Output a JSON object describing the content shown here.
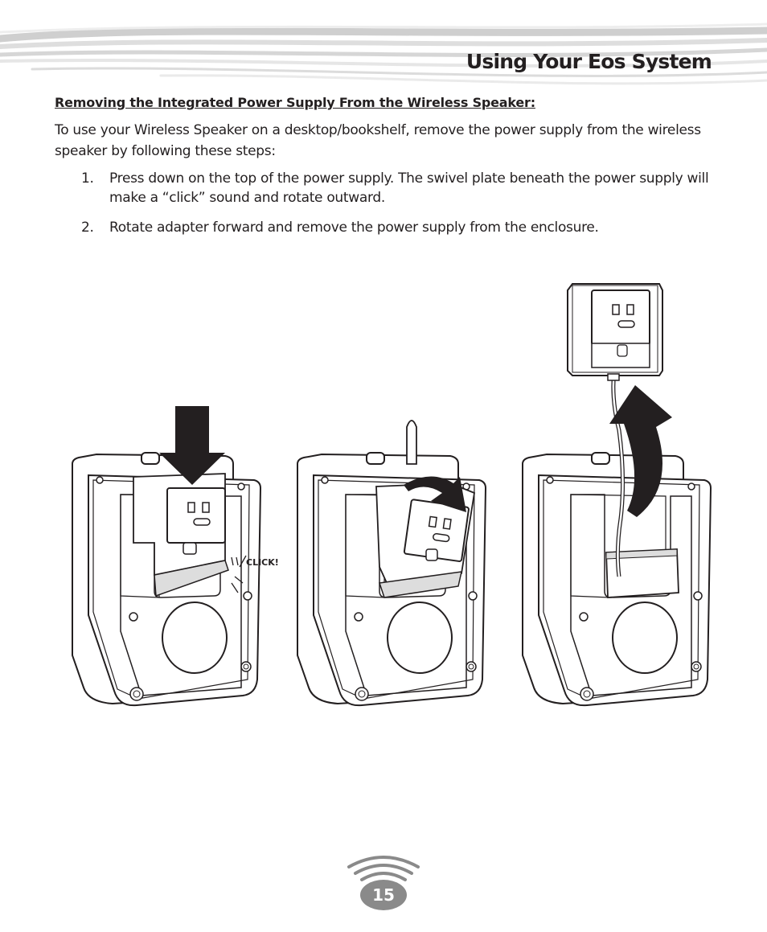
{
  "header": {
    "title": "Using Your Eos System"
  },
  "section": {
    "heading": "Removing the Integrated Power Supply From the Wireless Speaker:",
    "intro": "To use your Wireless Speaker on a desktop/bookshelf, remove the power supply from the wireless speaker by following these steps:"
  },
  "steps": [
    {
      "number": "1.",
      "text": "Press down on the top of the power supply. The swivel plate beneath the power supply will make a “click” sound and rotate outward."
    },
    {
      "number": "2.",
      "text": "Rotate adapter forward and remove the power supply from the enclosure."
    }
  ],
  "illustration": {
    "click_label": "CLICK!"
  },
  "footer": {
    "page_number": "15"
  }
}
